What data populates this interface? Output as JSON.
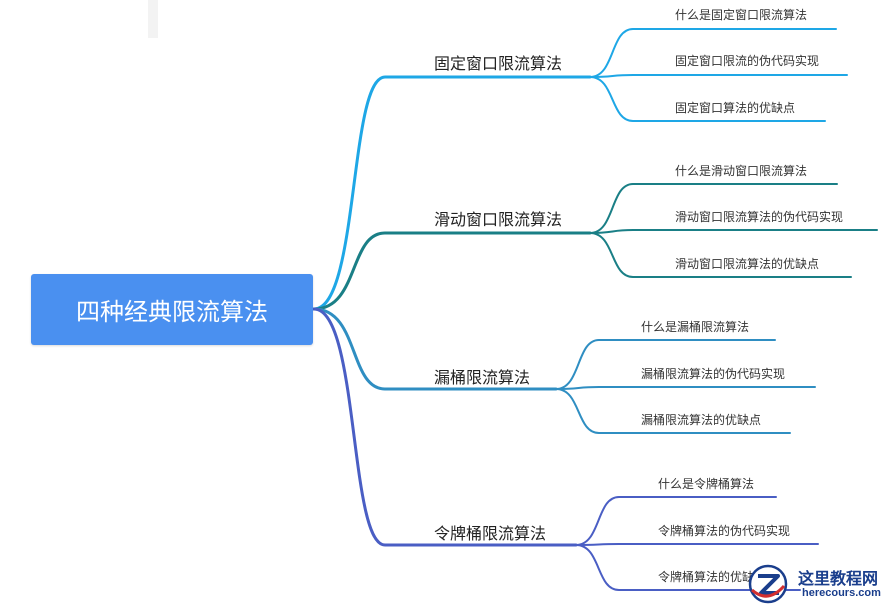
{
  "root": {
    "label": "四种经典限流算法",
    "color": "#4a90f0"
  },
  "branches": [
    {
      "label": "固定窗口限流算法",
      "color": "#1ea7e6",
      "children": [
        "什么是固定窗口限流算法",
        "固定窗口限流的伪代码实现",
        "固定窗口算法的优缺点"
      ]
    },
    {
      "label": "滑动窗口限流算法",
      "color": "#1a7f86",
      "children": [
        "什么是滑动窗口限流算法",
        "滑动窗口限流算法的伪代码实现",
        "滑动窗口限流算法的优缺点"
      ]
    },
    {
      "label": "漏桶限流算法",
      "color": "#2f8ec2",
      "children": [
        "什么是漏桶限流算法",
        "漏桶限流算法的伪代码实现",
        "漏桶限流算法的优缺点"
      ]
    },
    {
      "label": "令牌桶限流算法",
      "color": "#4a5ec4",
      "children": [
        "什么是令牌桶算法",
        "令牌桶算法的伪代码实现",
        "令牌桶算法的优缺点"
      ]
    }
  ],
  "watermark": {
    "title": "这里教程网",
    "url": "herecours.com",
    "colors": {
      "text": "#1a3e8c",
      "accent": "#d32f2f"
    }
  }
}
